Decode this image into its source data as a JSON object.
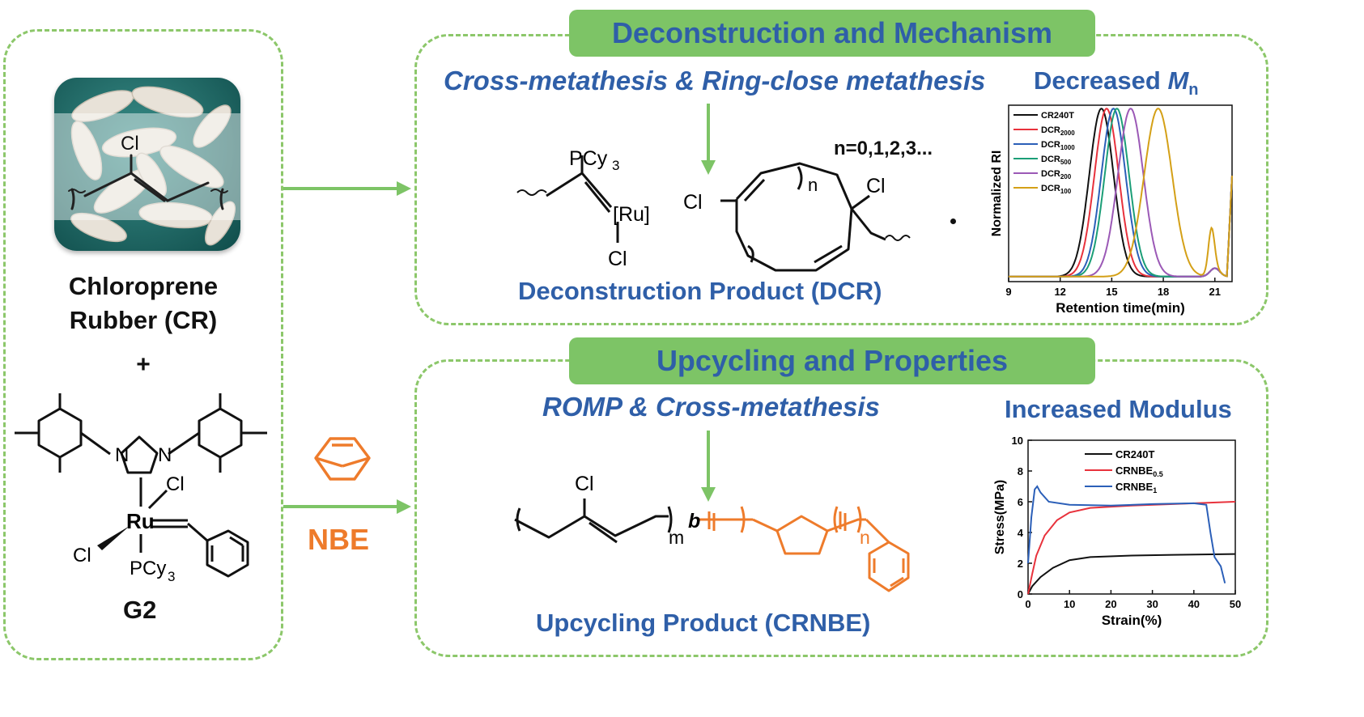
{
  "left_panel": {
    "cr_name_line1": "Chloroprene",
    "cr_name_line2": "Rubber (CR)",
    "plus": "+",
    "catalyst_label": "G2",
    "cl_label": "Cl",
    "n_label": "N",
    "ru_label": "Ru",
    "pcy3_label": "PCy",
    "sub3": "3"
  },
  "nbe_label": "NBE",
  "top_panel": {
    "banner": "Deconstruction and Mechanism",
    "subtitle": "Cross-metathesis & Ring-close metathesis",
    "n_range": "n=0,1,2,3...",
    "ru_bracket": "[Ru]",
    "n_label": "n",
    "product_caption": "Deconstruction Product (DCR)",
    "chart_title_prefix": "Decreased ",
    "chart_title_M": "M",
    "chart_title_sub": "n"
  },
  "bottom_panel": {
    "banner": "Upcycling and Properties",
    "subtitle": "ROMP & Cross-metathesis",
    "m_label": "m",
    "b_label": "b",
    "n_label": "n",
    "product_caption": "Upcycling Product (CRNBE)",
    "chart_title": "Increased Modulus"
  },
  "colors": {
    "green": "#7dc466",
    "dash_green": "#8cc76a",
    "blue": "#2f5fa8",
    "orange": "#ee7b2b"
  },
  "chart_data": [
    {
      "type": "line",
      "xlabel": "Retention time(min)",
      "ylabel": "Normalized RI",
      "xlim": [
        9,
        22
      ],
      "ylim": [
        0,
        1.05
      ],
      "xticks": [
        9,
        12,
        15,
        18,
        21
      ],
      "series": [
        {
          "name": "CR240T",
          "sub": "",
          "color": "#111111",
          "peak": 14.4,
          "width": 1.0
        },
        {
          "name": "DCR",
          "sub": "2000",
          "color": "#e8323c",
          "peak": 14.7,
          "width": 1.0
        },
        {
          "name": "DCR",
          "sub": "1000",
          "color": "#2b5fb8",
          "peak": 15.1,
          "width": 1.0
        },
        {
          "name": "DCR",
          "sub": "500",
          "color": "#1b9e77",
          "peak": 15.3,
          "width": 1.0
        },
        {
          "name": "DCR",
          "sub": "200",
          "color": "#9b59b6",
          "peak": 16.1,
          "width": 1.05
        },
        {
          "name": "DCR",
          "sub": "100",
          "color": "#d4a017",
          "peak": 17.7,
          "width": 1.15
        }
      ]
    },
    {
      "type": "line",
      "xlabel": "Strain(%)",
      "ylabel": "Stress(MPa)",
      "xlim": [
        0,
        50
      ],
      "ylim": [
        0,
        10
      ],
      "xticks": [
        0,
        10,
        20,
        30,
        40,
        50
      ],
      "yticks": [
        0,
        2,
        4,
        6,
        8,
        10
      ],
      "series": [
        {
          "name": "CR240T",
          "sub": "",
          "color": "#111111",
          "points": [
            [
              0,
              0
            ],
            [
              1,
              0.5
            ],
            [
              3,
              1.1
            ],
            [
              6,
              1.7
            ],
            [
              10,
              2.2
            ],
            [
              15,
              2.4
            ],
            [
              25,
              2.5
            ],
            [
              35,
              2.55
            ],
            [
              50,
              2.6
            ]
          ]
        },
        {
          "name": "CRNBE",
          "sub": "0.5",
          "color": "#e8323c",
          "points": [
            [
              0,
              0
            ],
            [
              1,
              1.3
            ],
            [
              2,
              2.5
            ],
            [
              4,
              3.8
            ],
            [
              7,
              4.8
            ],
            [
              10,
              5.3
            ],
            [
              15,
              5.6
            ],
            [
              25,
              5.75
            ],
            [
              35,
              5.85
            ],
            [
              50,
              6.0
            ]
          ]
        },
        {
          "name": "CRNBE",
          "sub": "1",
          "color": "#2b5fb8",
          "points": [
            [
              0,
              2.0
            ],
            [
              0.8,
              5.0
            ],
            [
              1.6,
              6.8
            ],
            [
              2.2,
              7.0
            ],
            [
              3,
              6.6
            ],
            [
              5,
              6.0
            ],
            [
              10,
              5.8
            ],
            [
              20,
              5.75
            ],
            [
              30,
              5.85
            ],
            [
              40,
              5.9
            ],
            [
              43,
              5.8
            ],
            [
              44,
              4.0
            ],
            [
              45,
              2.4
            ],
            [
              46.5,
              1.8
            ],
            [
              47.5,
              0.7
            ]
          ]
        }
      ]
    }
  ]
}
